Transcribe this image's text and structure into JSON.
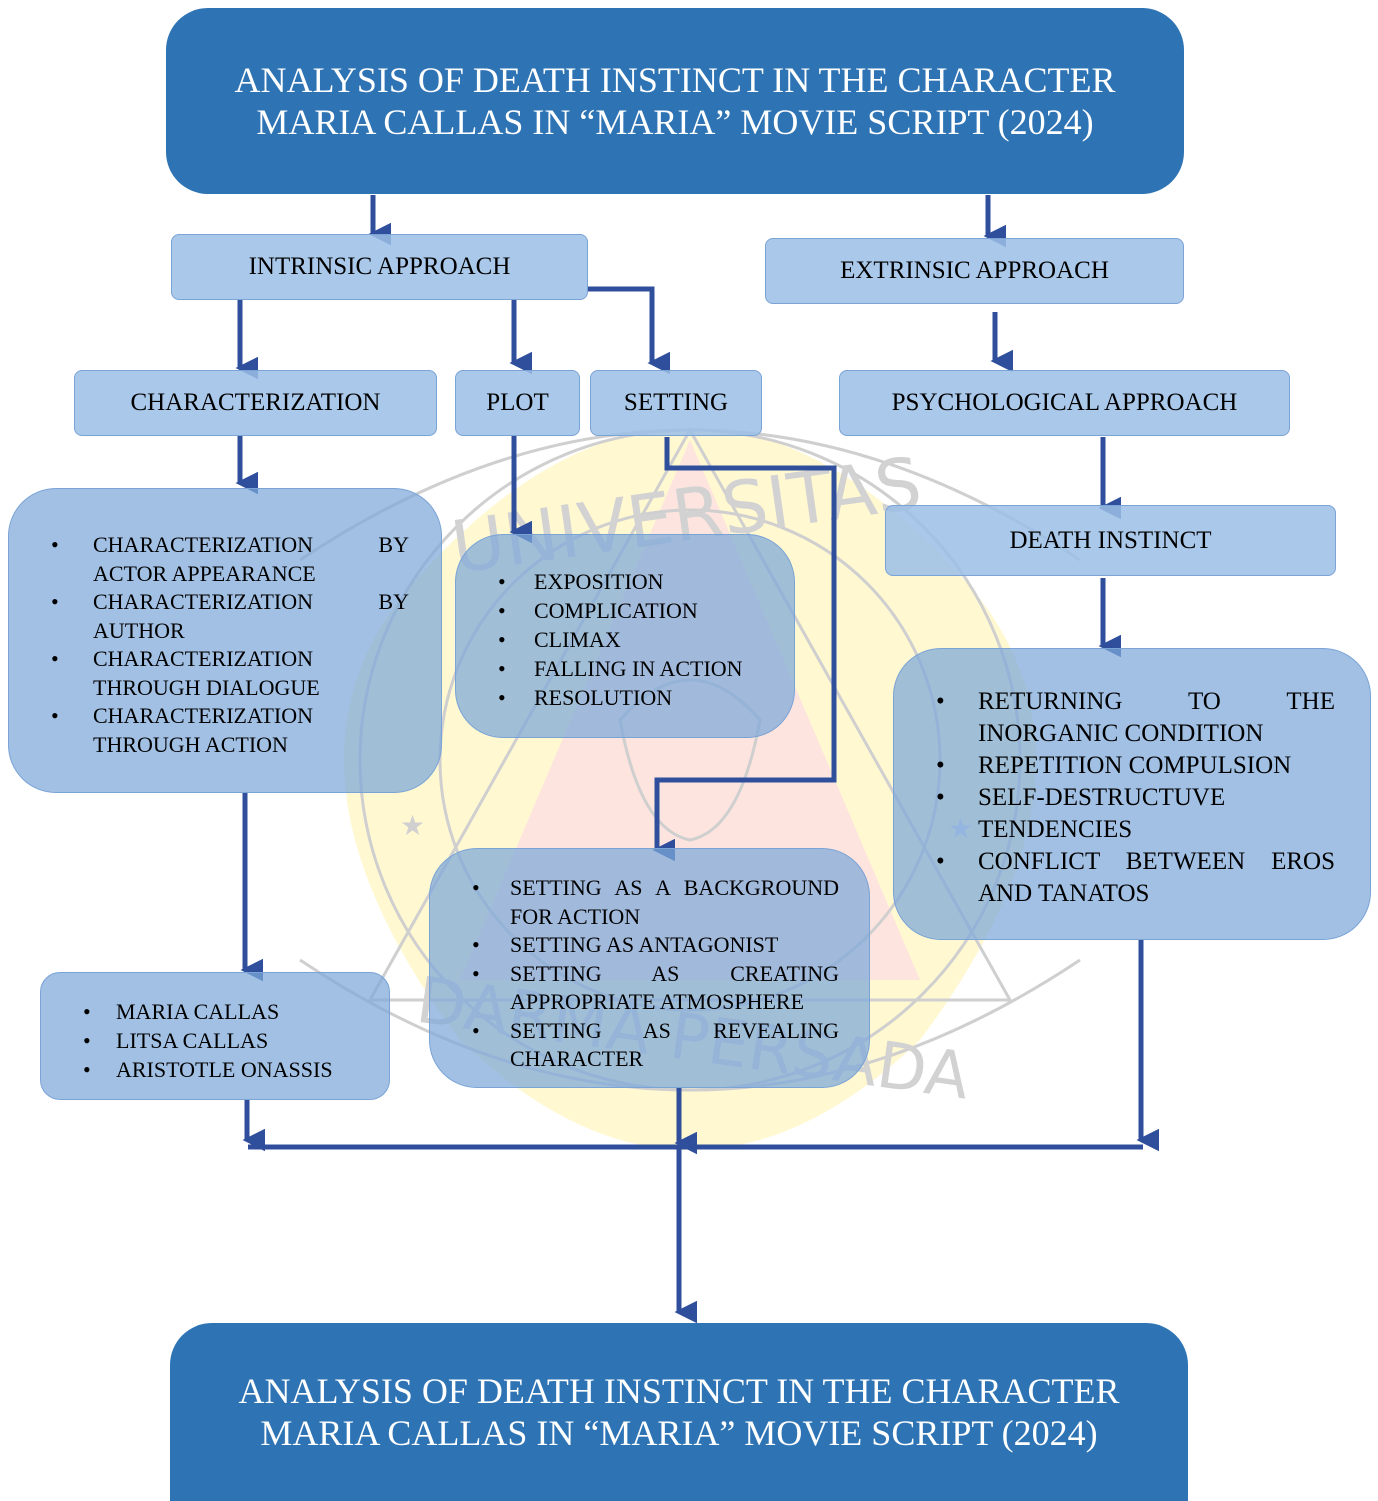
{
  "top_title": [
    "ANALYSIS OF DEATH INSTINCT IN THE CHARACTER",
    "MARIA CALLAS IN “MARIA” MOVIE SCRIPT (2024)"
  ],
  "intrinsic": "INTRINSIC APPROACH",
  "extrinsic": "EXTRINSIC APPROACH",
  "characterization": "CHARACTERIZATION",
  "plot": "PLOT",
  "setting": "SETTING",
  "psychological": "PSYCHOLOGICAL APPROACH",
  "death_instinct": "DEATH INSTINCT",
  "characterization_list": [
    "CHARACTERIZATION BY ACTOR APPEARANCE",
    "CHARACTERIZATION BY AUTHOR",
    "CHARACTERIZATION THROUGH DIALOGUE",
    "CHARACTERIZATION THROUGH ACTION"
  ],
  "plot_list": [
    "EXPOSITION",
    "COMPLICATION",
    "CLIMAX",
    "FALLING IN ACTION",
    "RESOLUTION"
  ],
  "death_instinct_list": [
    "RETURNING TO THE INORGANIC CONDITION",
    "REPETITION COMPULSION",
    "SELF-DESTRUCTUVE TENDENCIES",
    "CONFLICT BETWEEN EROS AND TANATOS"
  ],
  "characters_list": [
    "MARIA CALLAS",
    "LITSA CALLAS",
    "ARISTOTLE ONASSIS"
  ],
  "setting_list": [
    "SETTING AS A BACKGROUND FOR ACTION",
    "SETTING AS ANTAGONIST",
    "SETTING AS CREATING APPROPRIATE ATMOSPHERE",
    "SETTING AS REVEALING CHARACTER"
  ],
  "bottom_title": [
    "ANALYSIS OF DEATH INSTINCT IN THE CHARACTER",
    "MARIA CALLAS IN “MARIA” MOVIE SCRIPT (2024)"
  ],
  "watermark_text": [
    "UNIVERSITAS",
    "DARMA PERSADA"
  ],
  "colors": {
    "dark_box": "#2e74b5",
    "light_box": "#9dc3e6",
    "arrow": "#2f4f9c"
  }
}
